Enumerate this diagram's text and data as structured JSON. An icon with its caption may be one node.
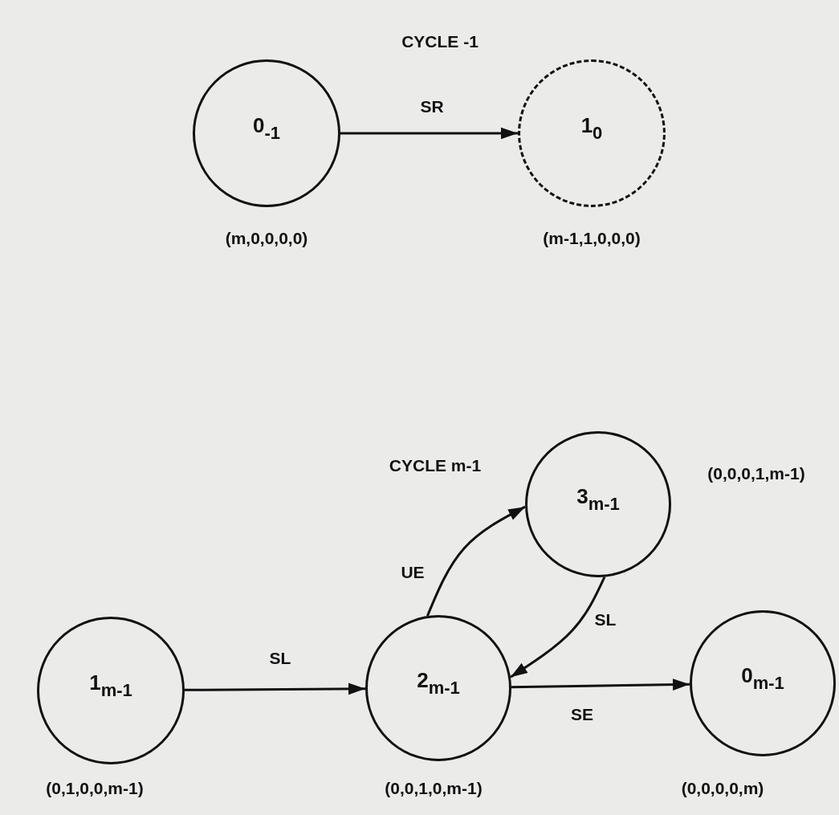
{
  "diagram": {
    "nodes": [
      {
        "text": [
          "0$_{-1}$"
        ],
        "beside": [
          "(m,0,0,0,0)"
        ]
      },
      {
        "text": [
          "1$_{0}$"
        ],
        "beside": [
          "(m-1,1,0,0,0)"
        ]
      },
      {
        "text": [
          "3$_{m-1}$"
        ],
        "beside": [
          "(0,0,0,1,m-1)"
        ]
      },
      {
        "text": [
          "1$_{m-1}$"
        ],
        "beside": [
          "(0,1,0,0,m-1)"
        ]
      },
      {
        "text": [
          "2$_{m-1}$"
        ],
        "beside": [
          "(0,0,1,0,m-1)"
        ]
      },
      {
        "text": [
          "0$_{m-1}$"
        ],
        "beside": [
          "(0,0,0,0,m)"
        ]
      }
    ],
    "edges": [
      {
        "from": 0,
        "to": 1,
        "arrow": "to",
        "label": "SR"
      },
      {
        "from": 3,
        "to": 4,
        "arrow": "to",
        "label": "SL"
      },
      {
        "from": 4,
        "to": 2,
        "arrow": "to",
        "label": "UE"
      },
      {
        "from": 2,
        "to": 4,
        "arrow": "to",
        "label": "SL"
      },
      {
        "from": 4,
        "to": 5,
        "arrow": "to",
        "label": "SE"
      }
    ],
    "labels": [
      "CYCLE -1",
      "CYCLE m-1"
    ]
  }
}
